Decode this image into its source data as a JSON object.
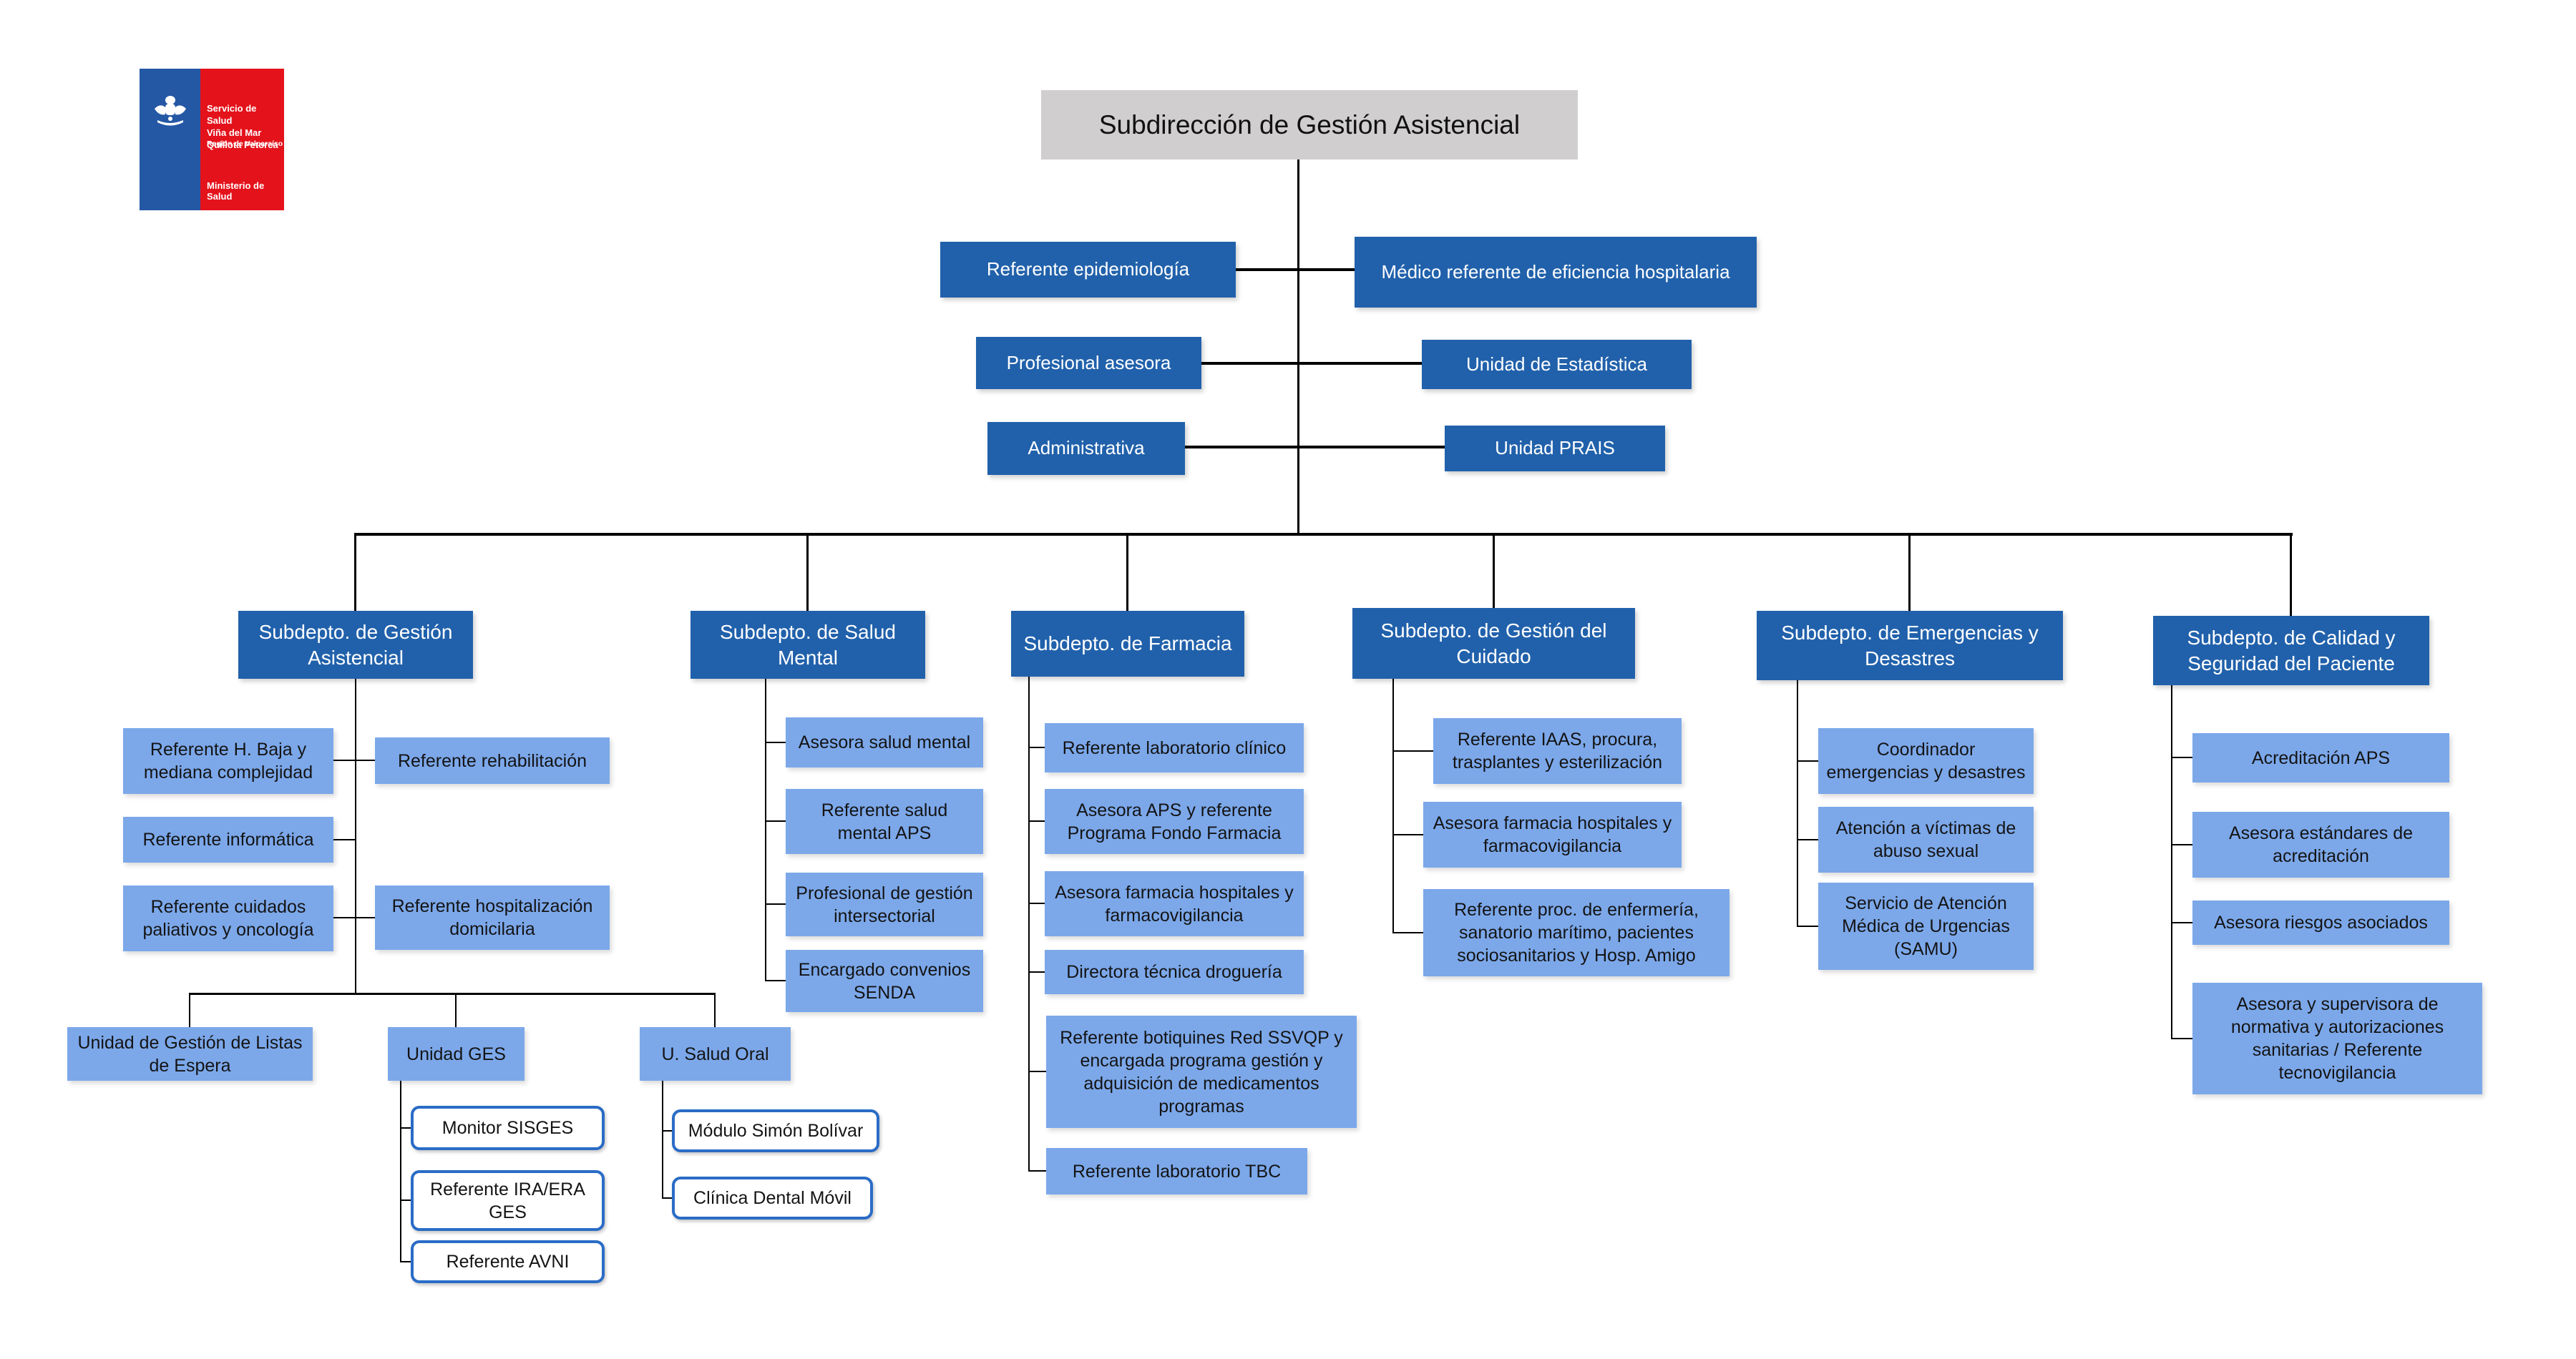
{
  "colors": {
    "dark_blue": "#2161AB",
    "light_blue": "#7CA8EA",
    "outline_blue": "#2A6CC6",
    "title_gray": "#D0CECE",
    "logo_blue": "#2458A5",
    "logo_red": "#E4121B",
    "connector": "#000000"
  },
  "logo": {
    "lines": [
      "Servicio de Salud",
      "Viña del Mar",
      "Quillota Petorca"
    ],
    "region": "Región de Valparaíso",
    "ministry": "Ministerio de Salud",
    "emblem": "chile-coat-of-arms"
  },
  "title": "Subdirección de Gestión Asistencial",
  "staff_left": [
    "Referente epidemiología",
    "Profesional asesora",
    "Administrativa"
  ],
  "staff_right": [
    "Médico referente de eficiencia hospitalaria",
    "Unidad de Estadística",
    "Unidad PRAIS"
  ],
  "dept1": {
    "name": "Subdepto. de Gestión Asistencial",
    "c1": "Referente H. Baja y mediana complejidad",
    "c2": "Referente rehabilitación",
    "c3": "Referente informática",
    "c4": "Referente cuidados paliativos y oncología",
    "c5": "Referente hospitalización domicilaria",
    "u1": "Unidad de Gestión de Listas de Espera",
    "u2": "Unidad GES",
    "u3": "U. Salud Oral",
    "g1": "Monitor SISGES",
    "g2": "Referente IRA/ERA GES",
    "g3": "Referente AVNI",
    "o1": "Módulo Simón Bolívar",
    "o2": "Clínica Dental Móvil"
  },
  "dept2": {
    "name": "Subdepto. de Salud Mental",
    "c1": "Asesora salud mental",
    "c2": "Referente salud mental APS",
    "c3": "Profesional de gestión intersectorial",
    "c4": "Encargado convenios SENDA"
  },
  "dept3": {
    "name": "Subdepto. de Farmacia",
    "c1": "Referente laboratorio clínico",
    "c2": "Asesora APS y referente Programa Fondo Farmacia",
    "c3": "Asesora farmacia hospitales y farmacovigilancia",
    "c4": "Directora técnica droguería",
    "c5": "Referente botiquines Red SSVQP y encargada programa gestión y adquisición de medicamentos programas",
    "c6": "Referente laboratorio TBC"
  },
  "dept4": {
    "name": "Subdepto. de Gestión del Cuidado",
    "c1": "Referente IAAS, procura, trasplantes y esterilización",
    "c2": "Asesora farmacia hospitales y farmacovigilancia",
    "c3": "Referente proc. de enfermería, sanatorio marítimo, pacientes sociosanitarios y Hosp. Amigo"
  },
  "dept5": {
    "name": "Subdepto. de Emergencias y Desastres",
    "c1": "Coordinador emergencias y desastres",
    "c2": "Atención a víctimas de abuso sexual",
    "c3": "Servicio de Atención Médica de Urgencias (SAMU)"
  },
  "dept6": {
    "name": "Subdepto. de Calidad y Seguridad del Paciente",
    "c1": "Acreditación APS",
    "c2": "Asesora estándares de acreditación",
    "c3": "Asesora riesgos asociados",
    "c4": "Asesora y supervisora de normativa y autorizaciones sanitarias / Referente tecnovigilancia"
  }
}
